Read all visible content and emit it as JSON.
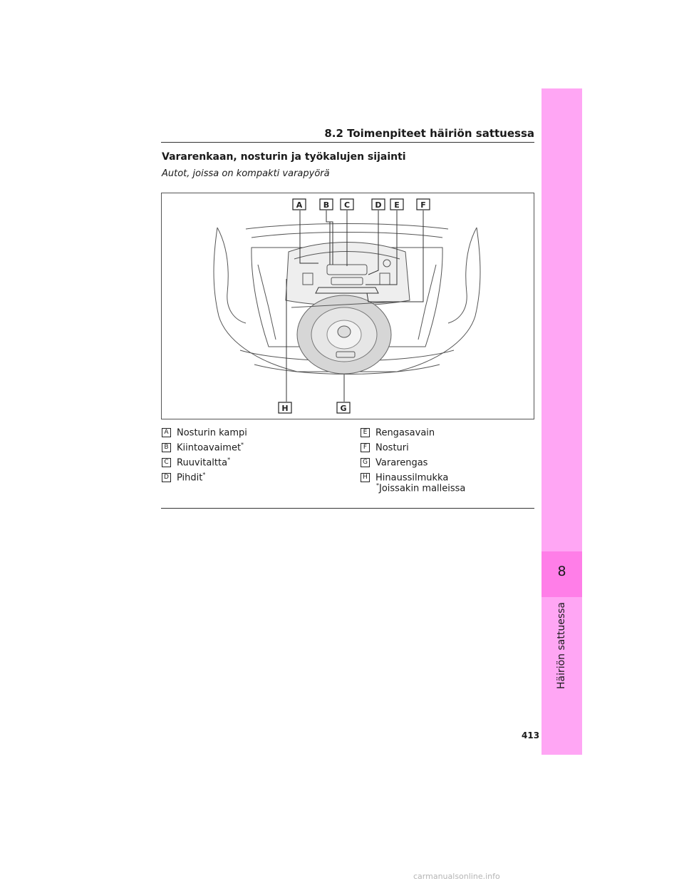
{
  "header": {
    "section": "8.2 Toimenpiteet häiriön sattuessa"
  },
  "side_tab": {
    "chapter_number": "8",
    "chapter_title": "Häiriön sattuessa"
  },
  "heading": "Vararenkaan, nosturin ja työkalujen sijainti",
  "subheading": "Autot, joissa on kompakti varapyörä",
  "figure_labels": [
    "A",
    "B",
    "C",
    "D",
    "E",
    "F",
    "G",
    "H"
  ],
  "legend": {
    "left": [
      {
        "badge": "A",
        "text": "Nosturin kampi",
        "asterisk": ""
      },
      {
        "badge": "B",
        "text": "Kiintoavaimet",
        "asterisk": "*"
      },
      {
        "badge": "C",
        "text": "Ruuvitaltta",
        "asterisk": "*"
      },
      {
        "badge": "D",
        "text": "Pihdit",
        "asterisk": "*"
      }
    ],
    "right": [
      {
        "badge": "E",
        "text": "Rengasavain",
        "asterisk": ""
      },
      {
        "badge": "F",
        "text": "Nosturi",
        "asterisk": ""
      },
      {
        "badge": "G",
        "text": "Vararengas",
        "asterisk": ""
      },
      {
        "badge": "H",
        "text": "Hinaussilmukka",
        "asterisk": ""
      }
    ]
  },
  "footnote": {
    "mark": "*",
    "text": "Joissakin malleissa"
  },
  "page_number": "413",
  "watermark": "carmanualsonline.info",
  "colors": {
    "tab": "#ffa6f4",
    "tab_active": "#ff7ee8",
    "spare_fill": "#d6d6d6"
  }
}
